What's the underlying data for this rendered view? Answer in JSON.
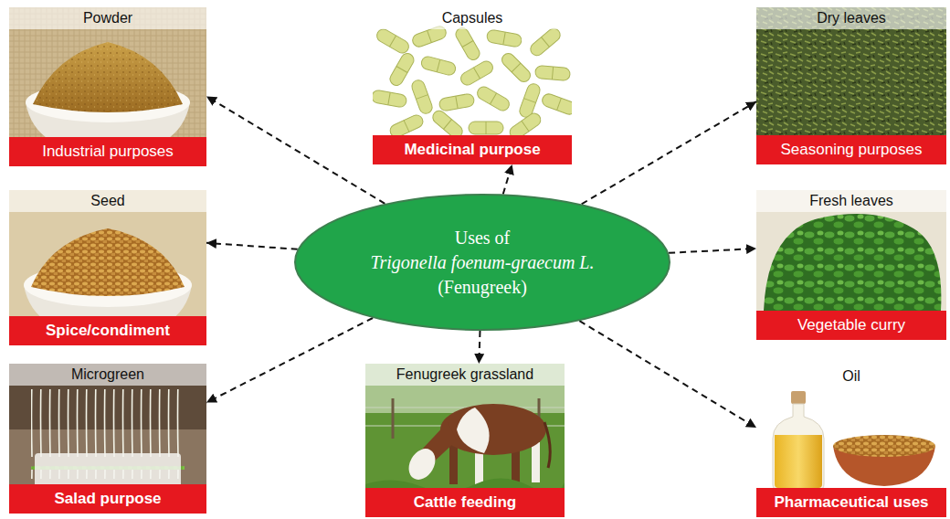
{
  "diagram": {
    "nodes": [
      {
        "text": [
          "Powder",
          "Industrial purposes"
        ]
      },
      {
        "text": [
          "Capsules",
          "Medicinal purpose"
        ]
      },
      {
        "text": [
          "Dry leaves",
          "Seasoning purposes"
        ]
      },
      {
        "text": [
          "Seed",
          "Spice/condiment"
        ]
      },
      {
        "text": [
          "Uses of",
          "Trigonella foenum-graecum L.",
          "(Fenugreek)"
        ]
      },
      {
        "text": [
          "Fresh leaves",
          "Vegetable curry"
        ]
      },
      {
        "text": [
          "Microgreen",
          "Salad purpose"
        ]
      },
      {
        "text": [
          "Fenugreek grassland",
          "Cattle feeding"
        ]
      },
      {
        "text": [
          "Oil",
          "Pharmaceutical uses"
        ]
      }
    ],
    "edges": [
      {
        "from": 4,
        "to": 0,
        "arrow": "to"
      },
      {
        "from": 4,
        "to": 1,
        "arrow": "to"
      },
      {
        "from": 4,
        "to": 2,
        "arrow": "to"
      },
      {
        "from": 4,
        "to": 3,
        "arrow": "to"
      },
      {
        "from": 4,
        "to": 5,
        "arrow": "to"
      },
      {
        "from": 4,
        "to": 6,
        "arrow": "to"
      },
      {
        "from": 4,
        "to": 7,
        "arrow": "to"
      },
      {
        "from": 4,
        "to": 8,
        "arrow": "to"
      }
    ]
  }
}
